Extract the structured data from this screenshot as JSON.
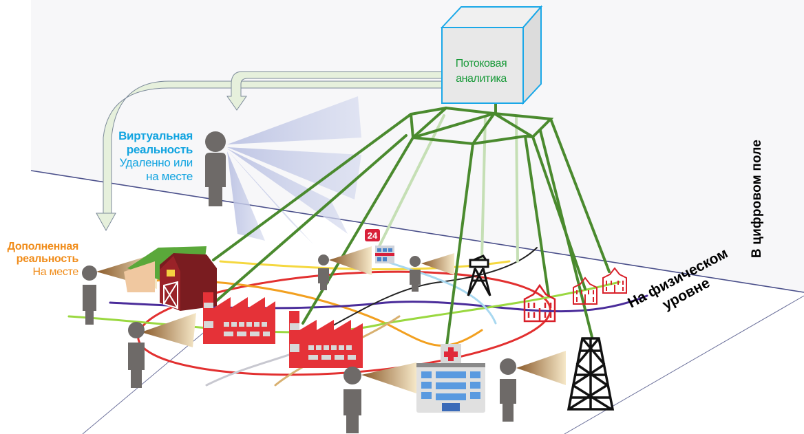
{
  "analytics_box": {
    "line1": "Потоковая",
    "line2": "аналитика",
    "text_color": "#1a9a3a",
    "border_color": "#1aa8e8"
  },
  "virtual_reality": {
    "title1": "Виртуальная",
    "title2": "реальность",
    "sub1": "Удаленно или",
    "sub2": "на месте",
    "color": "#12a4e0"
  },
  "augmented_reality": {
    "title1": "Дополненная",
    "title2": "реальность",
    "sub1": "На месте",
    "color": "#f08c1a"
  },
  "digital_label": "В цифровом поле",
  "physical_label": {
    "line1": "На физическом",
    "line2": "уровне"
  },
  "badge_24": "24",
  "colors": {
    "network_green": "#4a8a2e",
    "network_faint": "#c5dfb5",
    "person": "#6e6a68",
    "factory": "#e53238",
    "arrow_fill": "#e6f0dc",
    "vr_beam": "#c7cde6",
    "wall": "#f7f7f9"
  }
}
